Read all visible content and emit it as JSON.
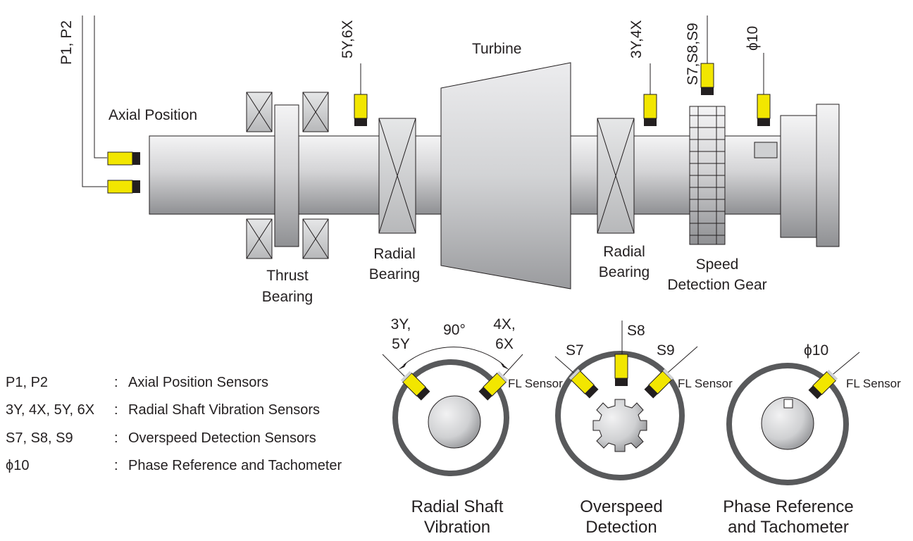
{
  "labels": {
    "p1p2": "P1, P2",
    "axial_position": "Axial Position",
    "sensor_56": "5Y,6X",
    "turbine": "Turbine",
    "sensor_34": "3Y,4X",
    "sensor_s789": "S7,S8,S9",
    "sensor_phi10": "ϕ10",
    "thrust_bearing": [
      "Thrust",
      "Bearing"
    ],
    "radial_bearing_1": [
      "Radial",
      "Bearing"
    ],
    "radial_bearing_2": [
      "Radial",
      "Bearing"
    ],
    "speed_gear": [
      "Speed",
      "Detection Gear"
    ]
  },
  "legend": [
    {
      "code": "P1, P2",
      "sep": ":",
      "desc": "Axial Position Sensors"
    },
    {
      "code": "3Y, 4X, 5Y, 6X",
      "sep": ":",
      "desc": "Radial Shaft Vibration Sensors"
    },
    {
      "code": "S7, S8, S9",
      "sep": ":",
      "desc": "Overspeed Detection Sensors"
    },
    {
      "code": "ϕ10",
      "sep": ":",
      "desc": "Phase Reference and Tachometer"
    }
  ],
  "detail_views": {
    "radial": {
      "left_label": [
        "3Y,",
        "5Y"
      ],
      "angle": "90°",
      "right_label": [
        "4X,",
        "6X"
      ],
      "fl_sensor": "FL Sensor",
      "caption": [
        "Radial Shaft",
        "Vibration"
      ]
    },
    "overspeed": {
      "s7": "S7",
      "s8": "S8",
      "s9": "S9",
      "fl_sensor": "FL Sensor",
      "caption": [
        "Overspeed",
        "Detection"
      ]
    },
    "phase": {
      "label": "ϕ10",
      "fl_sensor": "FL Sensor",
      "caption": [
        "Phase Reference",
        "and Tachometer"
      ]
    }
  },
  "colors": {
    "sensor_yellow": "#f2e600",
    "sensor_tip": "#231f20",
    "ring_gray": "#58595b",
    "outline": "#231f20"
  }
}
